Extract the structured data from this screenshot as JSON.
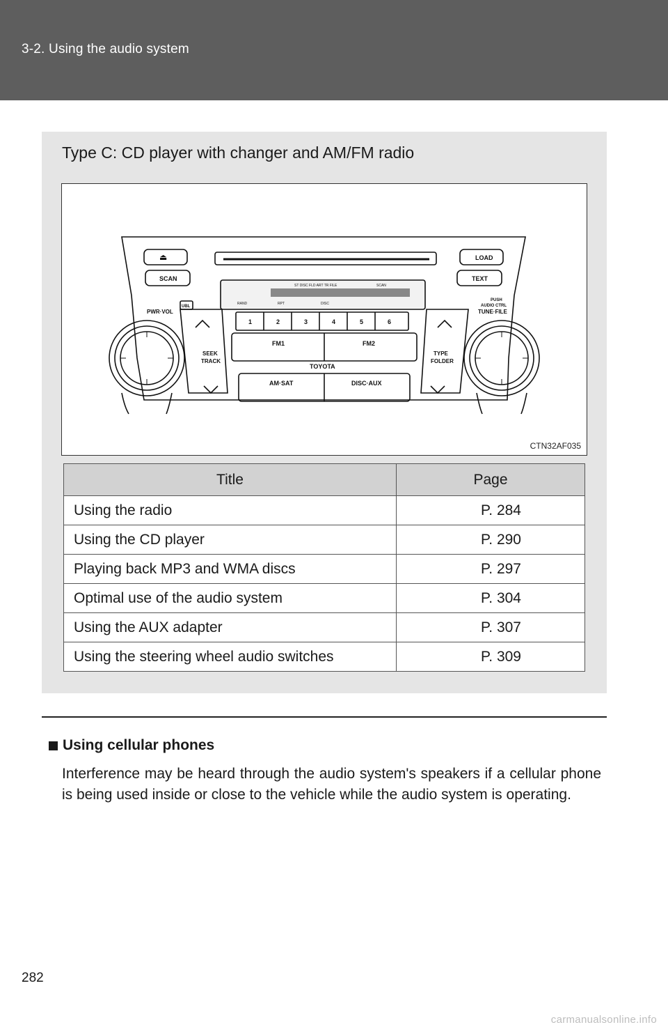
{
  "header": {
    "section": "3-2. Using the audio system"
  },
  "panel": {
    "title": "Type C: CD player with changer and AM/FM radio",
    "figure_code": "CTN32AF035",
    "radio_labels": {
      "eject": "⏏",
      "scan": "SCAN",
      "load": "LOAD",
      "text": "TEXT",
      "pwr_vol": "PWR·VOL",
      "ubl": "UBL",
      "push": "PUSH",
      "audio_ctrl": "AUDIO CTRL",
      "tune_file": "TUNE·FILE",
      "seek": "SEEK",
      "track": "TRACK",
      "type": "TYPE",
      "folder": "FOLDER",
      "fm1": "FM1",
      "fm2": "FM2",
      "brand": "TOYOTA",
      "am_sat": "AM·SAT",
      "disc_aux": "DISC·AUX",
      "presets": [
        "1",
        "2",
        "3",
        "4",
        "5",
        "6"
      ],
      "display_top": "ST  DISC    FLD  ART  TR  FILE",
      "display_scan": "SCAN",
      "display_rand": "RAND",
      "display_rpt": "RPT",
      "display_disc": "DISC"
    }
  },
  "table": {
    "headers": [
      "Title",
      "Page"
    ],
    "rows": [
      [
        "Using the radio",
        "P. 284"
      ],
      [
        "Using the CD player",
        "P. 290"
      ],
      [
        "Playing back MP3 and WMA discs",
        "P. 297"
      ],
      [
        "Optimal use of the audio system",
        "P. 304"
      ],
      [
        "Using the AUX adapter",
        "P. 307"
      ],
      [
        "Using the steering wheel audio switches",
        "P. 309"
      ]
    ]
  },
  "note": {
    "heading": "Using cellular phones",
    "body": "Interference may be heard through the audio system's speakers if a cellular phone is being used inside or close to the vehicle while the audio system is operating."
  },
  "footer": {
    "page_number": "282",
    "watermark": "carmanualsonline.info"
  }
}
